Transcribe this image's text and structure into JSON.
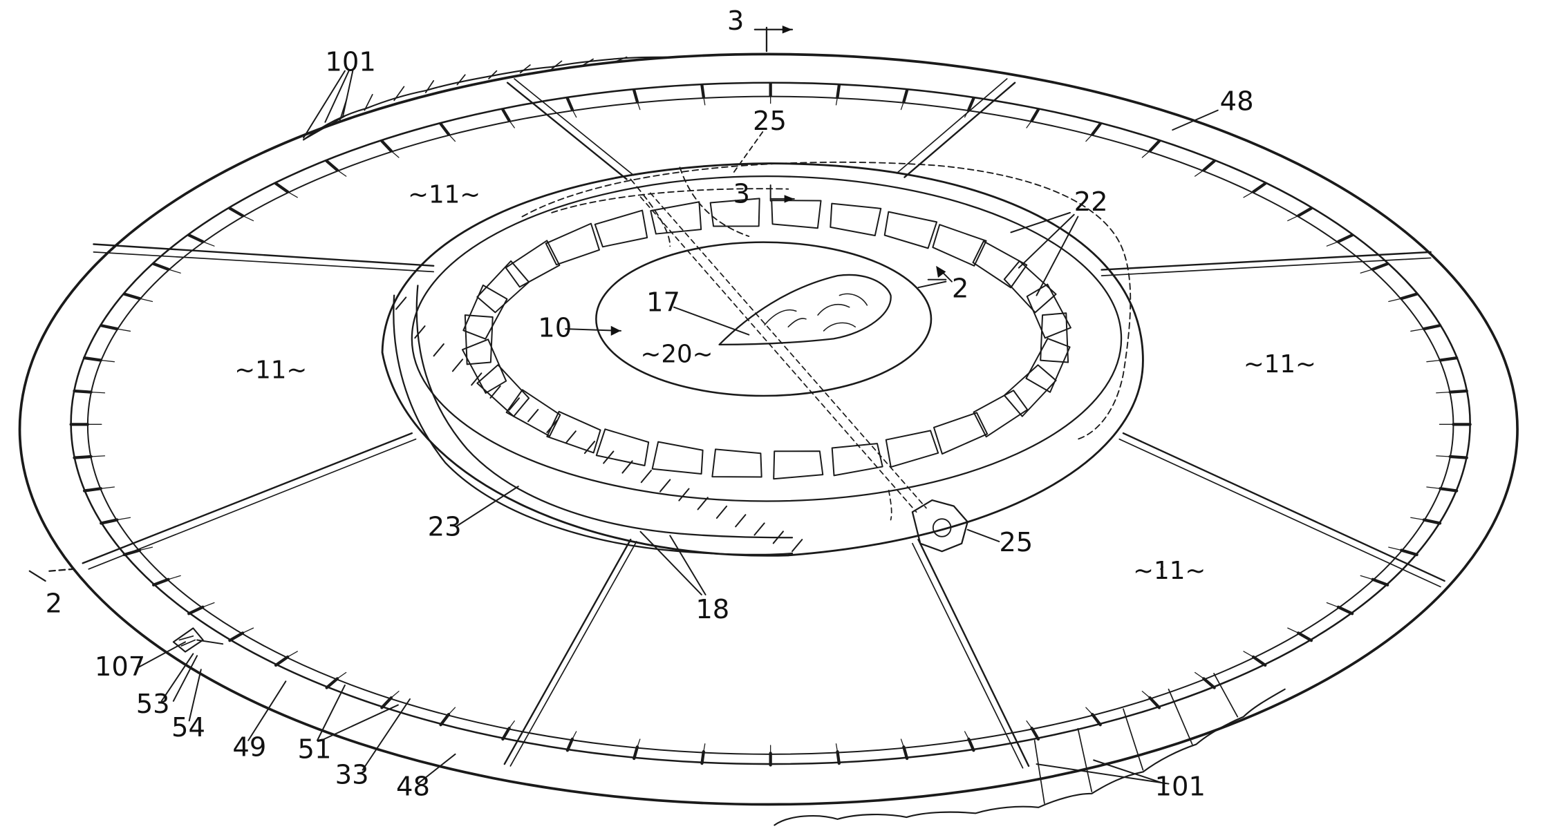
{
  "figure": {
    "labels": {
      "l101_top": "101",
      "l101_bottom": "101",
      "l3_top": "3",
      "l3_inner": "3",
      "l48_top": "48",
      "l48_bottom": "48",
      "l25_top": "25",
      "l25_right": "25",
      "l22": "22",
      "l2_right": "2",
      "l2_left": "2",
      "l17": "17",
      "l10": "10",
      "l20": "~20~",
      "l11_tl": "~11~",
      "l11_l": "~11~",
      "l11_r": "~11~",
      "l11_br": "~11~",
      "l23": "23",
      "l18": "18",
      "l107": "107",
      "l53": "53",
      "l54": "54",
      "l49": "49",
      "l51": "51",
      "l33": "33"
    }
  }
}
